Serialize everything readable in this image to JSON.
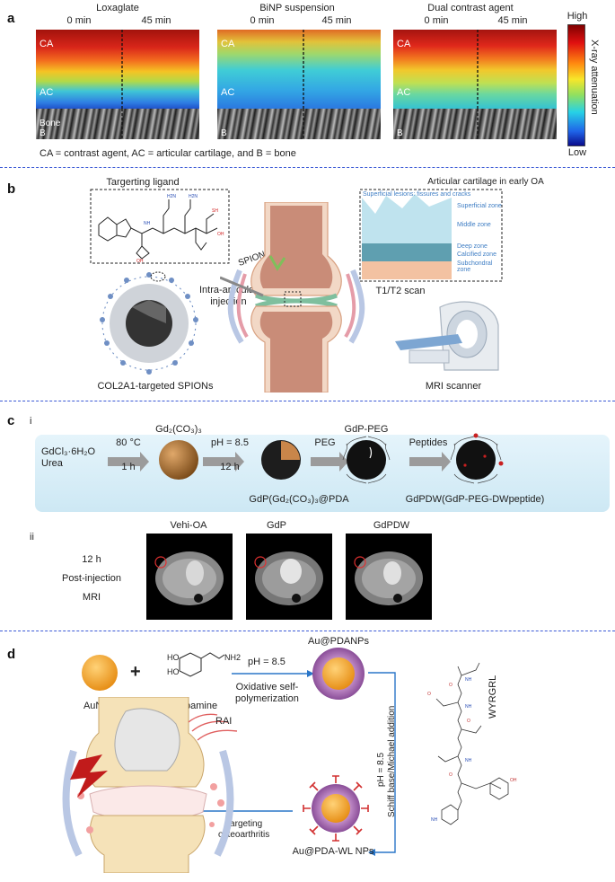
{
  "panel_a": {
    "letter": "a",
    "columns": [
      {
        "title": "Loxaglate",
        "t0": "0 min",
        "t1": "45 min"
      },
      {
        "title": "BiNP suspension",
        "t0": "0 min",
        "t1": "45 min"
      },
      {
        "title": "Dual contrast agent",
        "t0": "0 min",
        "t1": "45 min"
      }
    ],
    "region_labels": {
      "ca": "CA",
      "ac": "AC",
      "bone": "Bone",
      "b": "B"
    },
    "colorbar": {
      "high": "High",
      "low": "Low",
      "title": "X-ray attenuation"
    },
    "caption": "CA = contrast agent, AC = articular cartilage, and B = bone"
  },
  "panel_b": {
    "letter": "b",
    "ligand_title": "Targerting ligand",
    "spion_label": "COL2A1-targeted SPIONs",
    "injection": "Intra-articular\ninjection",
    "syringe_label": "SPION",
    "cartilage_title": "Articular cartilage in early OA",
    "lesions": "Superficial lesions: fissures and cracks",
    "zones": [
      "Superficial zone",
      "Middle zone",
      "Deep zone",
      "Calcified zone",
      "Subchondral zone"
    ],
    "scan": "T1/T2 scan",
    "scanner": "MRI scanner"
  },
  "panel_c": {
    "letter": "c",
    "sub_i": "i",
    "sub_ii": "ii",
    "reagent": "GdCl₃·6H₂O",
    "reagent2": "Urea",
    "step1_top": "80 °C",
    "step1_bot": "1 h",
    "gd2co3": "Gd₂(CO₃)₃",
    "step2_top": "pH = 8.5",
    "step2_bot": "12 h",
    "step3": "PEG",
    "step4": "Peptides",
    "gdp_peg": "GdP-PEG",
    "gdp_label": "GdP(Gd₂(CO₃)₃@PDA",
    "gdpdw_label": "GdPDW(GdP-PEG-DWpeptide)",
    "mri_titles": [
      "Vehi-OA",
      "GdP",
      "GdPDW"
    ],
    "mri_side": [
      "12 h",
      "Post-injection",
      "MRI"
    ]
  },
  "panel_d": {
    "letter": "d",
    "aunps": "AuNPS",
    "dopamine": "Dopamine",
    "ph": "pH = 8.5",
    "oxid": "Oxidative self-\npolymerization",
    "au_pda": "Au@PDANPs",
    "ph2": "pH = 8.5",
    "schiff": "Schiff base/Michael addition",
    "peptide": "WYRGRL",
    "au_pda_wl": "Au@PDA-WL NPs",
    "targeting": "Targeting\nosteoarthritis",
    "rai": "RAI",
    "ho1": "HO",
    "ho2": "HO",
    "nh2": "NH2"
  },
  "colors": {
    "divider": "#3c5ad6",
    "arrow": "#2a76c8",
    "gold": "#f3a02d",
    "pda": "#9a5aa8"
  }
}
